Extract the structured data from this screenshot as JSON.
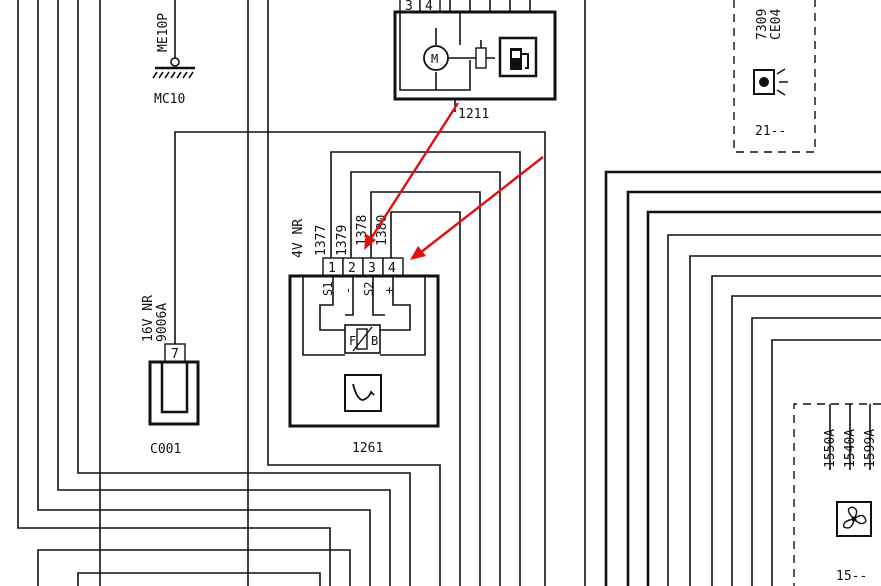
{
  "connectors": {
    "c_1211": {
      "pins": [
        "3",
        "4"
      ],
      "ref": "1211"
    },
    "c_1261": {
      "pins": [
        "1",
        "2",
        "3",
        "4"
      ],
      "ref": "1261",
      "pin_symbols": [
        "S1",
        "-",
        "S2",
        "+"
      ],
      "symbol_letters": [
        "F",
        "B"
      ]
    },
    "c_C001": {
      "pin": "7",
      "ref": "C001",
      "spec": "16V NR",
      "wire": "9006A"
    }
  },
  "labels": {
    "ground_wire": "ME10P",
    "ground_ref": "MC10",
    "sensor_spec": "4V NR",
    "sensor_wires": [
      "1377",
      "1379",
      "1378",
      "1380"
    ],
    "right_codes": [
      "7309",
      "CE04"
    ],
    "right_ref": "21--",
    "fan_wires": [
      "1550A",
      "1540A",
      "1599A"
    ],
    "fan_ref": "15--"
  },
  "colors": {
    "arrow": "#e01010",
    "line": "#111111"
  },
  "icons": [
    "motor-icon",
    "fuel-pump-icon",
    "fuel-gauge-icon",
    "sensor-icon",
    "warning-lamp-icon",
    "fan-icon",
    "ground-icon"
  ]
}
